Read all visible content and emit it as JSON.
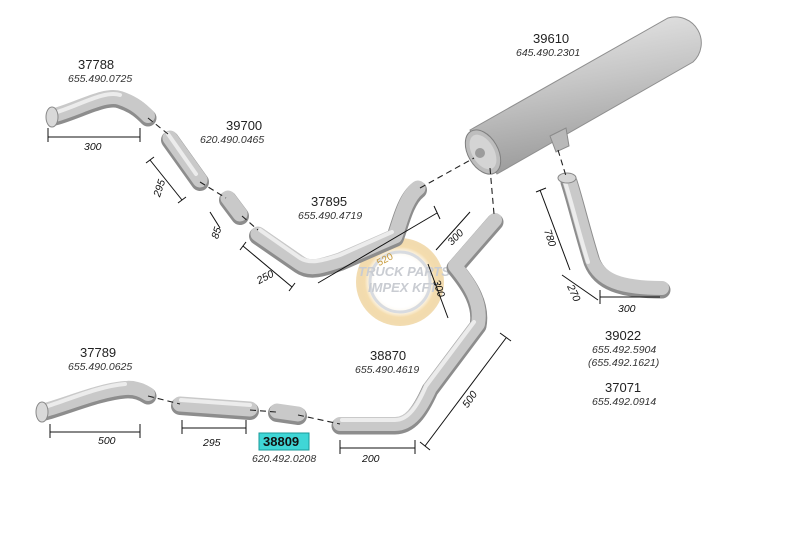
{
  "parts": [
    {
      "number": "37788",
      "oem": "655.490.0725",
      "dimensions": [
        "300"
      ]
    },
    {
      "number": "39700",
      "oem": "620.490.0465",
      "dimensions": [
        "295",
        "85"
      ]
    },
    {
      "number": "37895",
      "oem": "655.490.4719",
      "dimensions": [
        "250",
        "520"
      ]
    },
    {
      "number": "39610",
      "oem": "645.490.2301"
    },
    {
      "number": "39022",
      "oem": "655.492.5904",
      "oem_alt": "(655.492.1621)",
      "dimensions": [
        "780",
        "270",
        "300"
      ]
    },
    {
      "number": "37071",
      "oem": "655.492.0914"
    },
    {
      "number": "37789",
      "oem": "655.490.0625",
      "dimensions": [
        "500"
      ]
    },
    {
      "number": "38809",
      "oem": "620.492.0208",
      "dimensions": [
        "295"
      ],
      "highlighted": true
    },
    {
      "number": "38870",
      "oem": "655.490.4619",
      "dimensions": [
        "300",
        "300",
        "500",
        "200"
      ]
    }
  ],
  "watermark": {
    "line1": "TRUCK PARTS",
    "line2": "IMPEX KFT"
  },
  "highlight_color": "#3fd6d6",
  "pipe_color": "#c9c9c9"
}
